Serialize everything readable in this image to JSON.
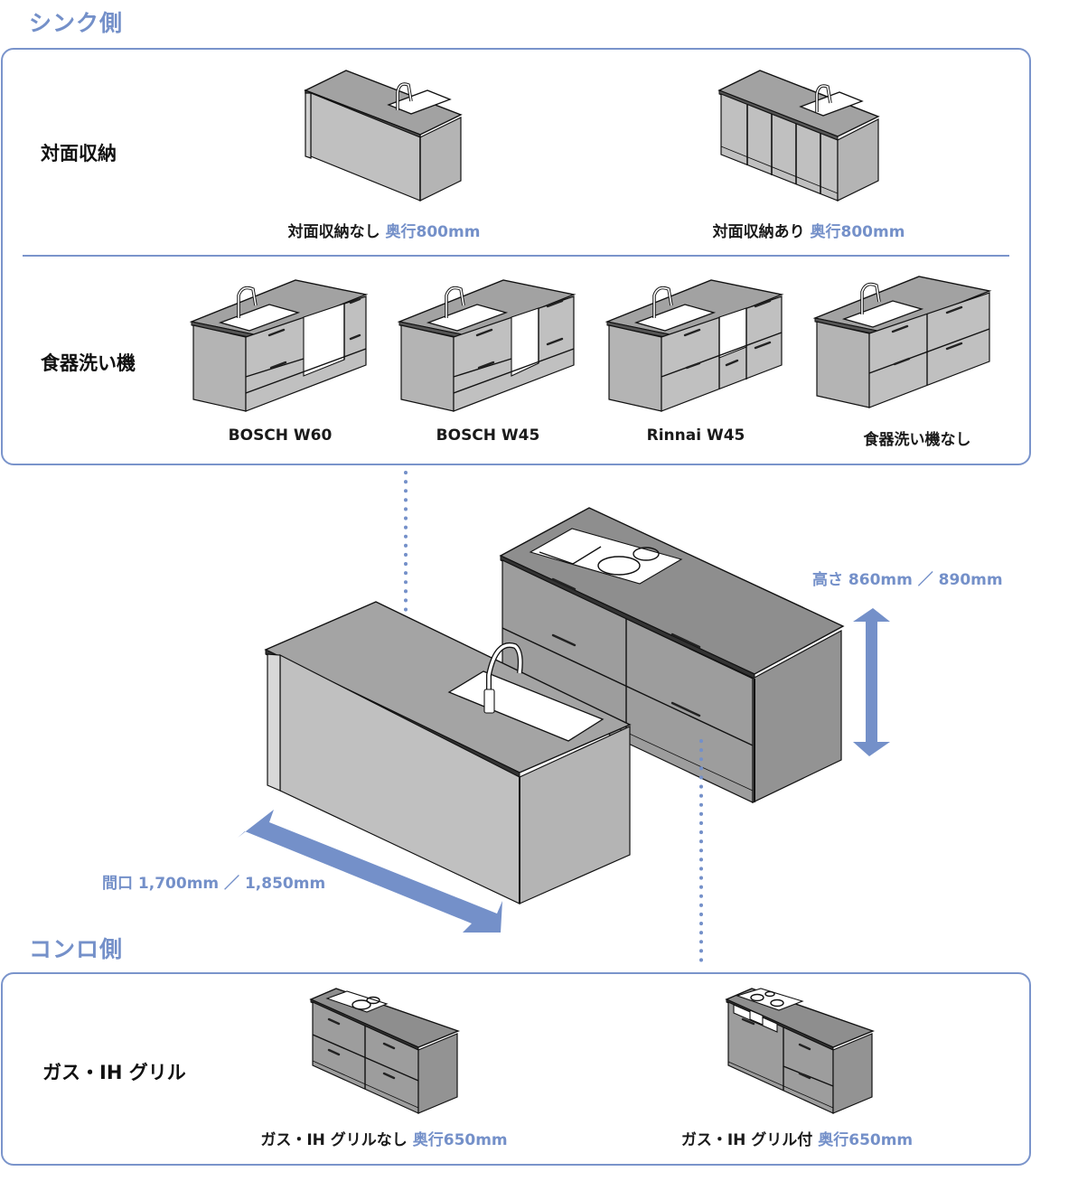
{
  "sink_side": {
    "title": "シンク側",
    "rows": [
      {
        "label": "対面収納",
        "options": [
          {
            "name": "対面収納なし",
            "spec": "奥行800mm",
            "illustration": "island-sink-no-storage"
          },
          {
            "name": "対面収納あり",
            "spec": "奥行800mm",
            "illustration": "island-sink-with-storage"
          }
        ]
      },
      {
        "label": "食器洗い機",
        "options": [
          {
            "name": "BOSCH W60",
            "illustration": "sink-cabinet-dishwasher-w60"
          },
          {
            "name": "BOSCH W45",
            "illustration": "sink-cabinet-dishwasher-w45"
          },
          {
            "name": "Rinnai W45",
            "illustration": "sink-cabinet-dishwasher-rinnai-w45"
          },
          {
            "name": "食器洗い機なし",
            "illustration": "sink-cabinet-no-dishwasher"
          }
        ]
      }
    ]
  },
  "main_illustration": {
    "height_label": "高さ 860mm ／ 890mm",
    "width_label": "間口 1,700mm ／ 1,850mm"
  },
  "stove_side": {
    "title": "コンロ側",
    "rows": [
      {
        "label": "ガス・IH グリル",
        "options": [
          {
            "name": "ガス・IH グリルなし",
            "spec": "奥行650mm",
            "illustration": "stove-cabinet-no-grill"
          },
          {
            "name": "ガス・IH グリル付",
            "spec": "奥行650mm",
            "illustration": "stove-cabinet-with-grill"
          }
        ]
      }
    ]
  },
  "colors": {
    "accent": "#7490c9",
    "panel_border": "#7a94cb",
    "text": "#1a1a1a"
  }
}
